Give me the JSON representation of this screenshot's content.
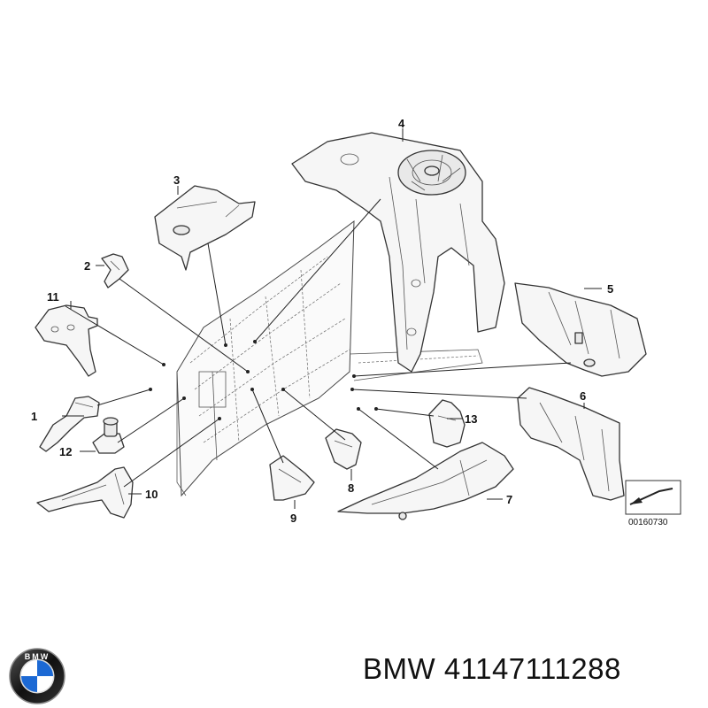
{
  "diagram": {
    "callouts": [
      "1",
      "2",
      "3",
      "4",
      "5",
      "6",
      "7",
      "8",
      "9",
      "10",
      "11",
      "12",
      "13"
    ],
    "reference_code": "00160730"
  },
  "footer": {
    "brand": "BMW",
    "part_number": "41147111288",
    "logo_text": "BMW"
  },
  "colors": {
    "logo_blue": "#1c69d4",
    "logo_ring": "#111111",
    "line": "#222222"
  }
}
